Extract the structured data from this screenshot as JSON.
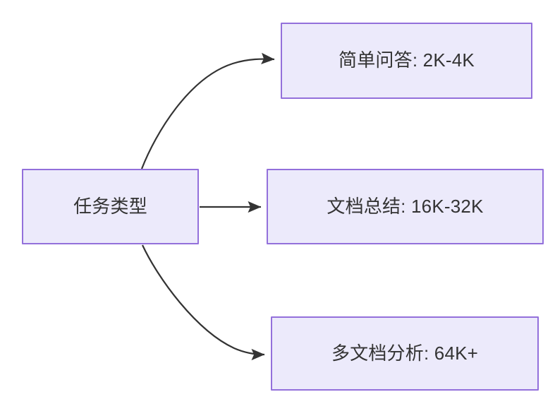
{
  "diagram": {
    "type": "flowchart",
    "direction": "left-to-right",
    "background_color": "#ffffff",
    "node_fill_color": "#ECEAFB",
    "node_border_color": "#9370DB",
    "node_text_color": "#333333",
    "edge_color": "#333333",
    "root": {
      "id": "root",
      "label": "任务类型"
    },
    "branches": [
      {
        "id": "simple-qa",
        "label": "简单问答: 2K-4K",
        "task": "简单问答",
        "context_length": "2K-4K",
        "edge_style": "curved"
      },
      {
        "id": "doc-summary",
        "label": "文档总结: 16K-32K",
        "task": "文档总结",
        "context_length": "16K-32K",
        "edge_style": "straight"
      },
      {
        "id": "multi-doc",
        "label": "多文档分析: 64K+",
        "task": "多文档分析",
        "context_length": "64K+",
        "edge_style": "curved"
      }
    ],
    "edges": [
      {
        "from": "root",
        "to": "simple-qa",
        "arrowhead": "filled-triangle"
      },
      {
        "from": "root",
        "to": "doc-summary",
        "arrowhead": "filled-triangle"
      },
      {
        "from": "root",
        "to": "multi-doc",
        "arrowhead": "filled-triangle"
      }
    ]
  }
}
